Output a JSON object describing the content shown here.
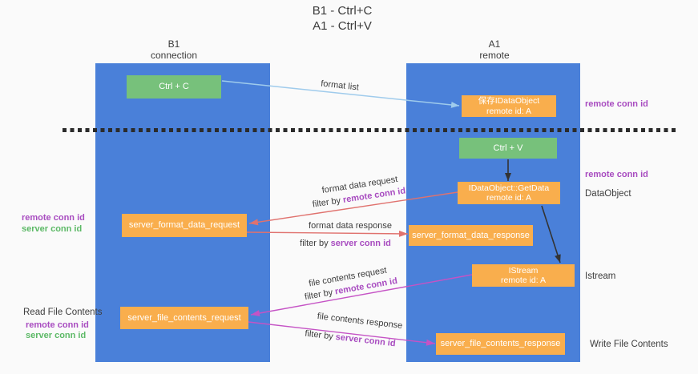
{
  "title": {
    "line1": "B1 - Ctrl+C",
    "line2": "A1 - Ctrl+V"
  },
  "lanes": {
    "left": {
      "name": "B1",
      "subtitle": "connection"
    },
    "right": {
      "name": "A1",
      "subtitle": "remote"
    }
  },
  "nodes": {
    "ctrl_c": {
      "label": "Ctrl + C"
    },
    "save_idataobject": {
      "line1": "保存IDataObject",
      "line2": "remote id: A"
    },
    "ctrl_v": {
      "label": "Ctrl + V"
    },
    "getdata": {
      "line1": "IDataObject::GetData",
      "line2": "remote id: A"
    },
    "server_format_data_request": {
      "label": "server_format_data_request"
    },
    "server_format_data_response": {
      "label": "server_format_data_response"
    },
    "istream": {
      "line1": "IStream",
      "line2": "remote id: A"
    },
    "server_file_contents_request": {
      "label": "server_file_contents_request"
    },
    "server_file_contents_response": {
      "label": "server_file_contents_response"
    }
  },
  "edge_labels": {
    "format_list": "format list",
    "format_data_request": "format data request",
    "format_data_request_filter": {
      "prefix": "filter by ",
      "key": "remote conn id"
    },
    "format_data_response": "format data response",
    "format_data_response_filter": {
      "prefix": "filter by ",
      "key": "server conn id"
    },
    "file_contents_request": "file contents request",
    "file_contents_request_filter": {
      "prefix": "filter by ",
      "key": "remote conn id"
    },
    "file_contents_response": "file contents response",
    "file_contents_response_filter": {
      "prefix": "filter by ",
      "key": "server conn id"
    }
  },
  "annotations": {
    "remote_conn_id_top_right": "remote conn id",
    "remote_conn_id_mid_right": "remote conn id",
    "dataobject": "DataObject",
    "istream": "Istream",
    "write_file_contents": "Write File Contents",
    "remote_conn_id_mid_left": "remote conn id",
    "server_conn_id_mid_left": "server conn id",
    "read_file_contents": "Read File Contents",
    "remote_conn_id_bottom_left": "remote conn id",
    "server_conn_id_bottom_left": "server conn id"
  },
  "colors": {
    "background": "#FAFAFA",
    "lane_blue": "#4A80D9",
    "node_green": "#77C17B",
    "node_orange": "#F9AE4D",
    "arrow_light_blue": "#9FCBEC",
    "arrow_red": "#E0726E",
    "arrow_magenta": "#C553C5",
    "arrow_black": "#333333",
    "key_purple": "#A84CC0",
    "key_green": "#5CB966",
    "text_dark": "#3C3C3C"
  }
}
